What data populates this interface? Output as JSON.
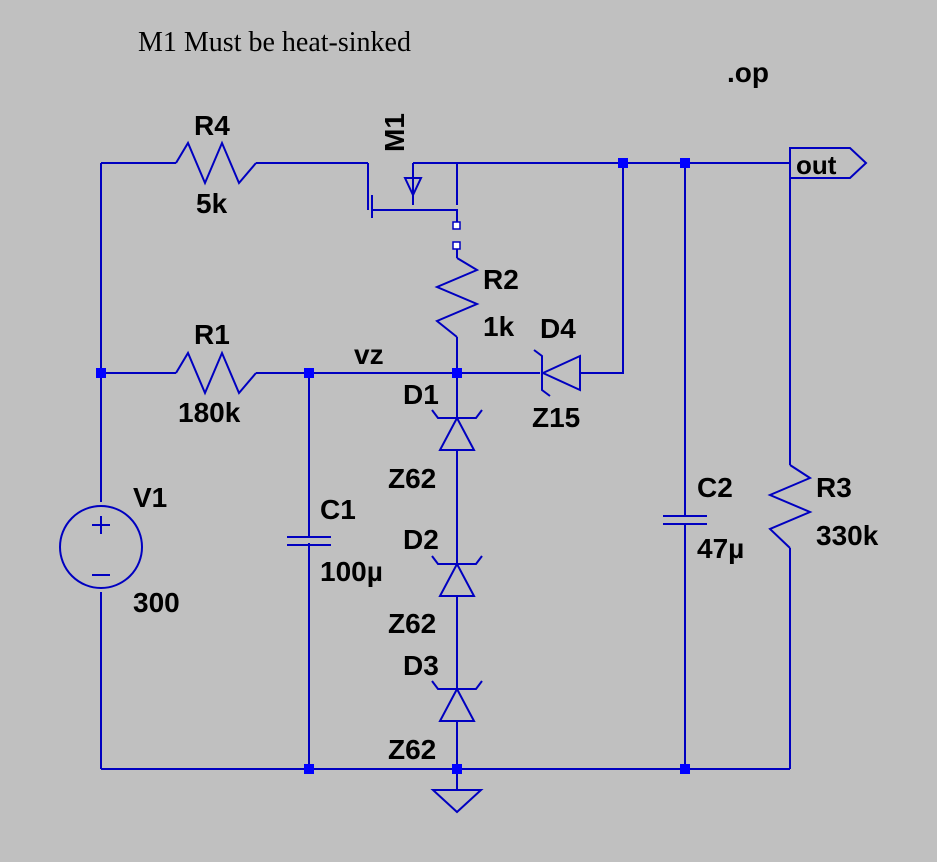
{
  "comment_text": "M1 Must be heat-sinked",
  "directive": ".op",
  "net_out": "out",
  "net_vz": "vz",
  "components": {
    "R1": {
      "ref": "R1",
      "value": "180k"
    },
    "R2": {
      "ref": "R2",
      "value": "1k"
    },
    "R3": {
      "ref": "R3",
      "value": "330k"
    },
    "R4": {
      "ref": "R4",
      "value": "5k"
    },
    "C1": {
      "ref": "C1",
      "value": "100µ"
    },
    "C2": {
      "ref": "C2",
      "value": "47µ"
    },
    "D1": {
      "ref": "D1",
      "value": "Z62"
    },
    "D2": {
      "ref": "D2",
      "value": "Z62"
    },
    "D3": {
      "ref": "D3",
      "value": "Z62"
    },
    "D4": {
      "ref": "D4",
      "value": "Z15"
    },
    "V1": {
      "ref": "V1",
      "value": "300"
    },
    "M1": {
      "ref": "M1"
    }
  },
  "colors": {
    "background": "#c0c0c0",
    "wire": "#0000c0",
    "junction": "#0000ff",
    "text": "#000000"
  }
}
